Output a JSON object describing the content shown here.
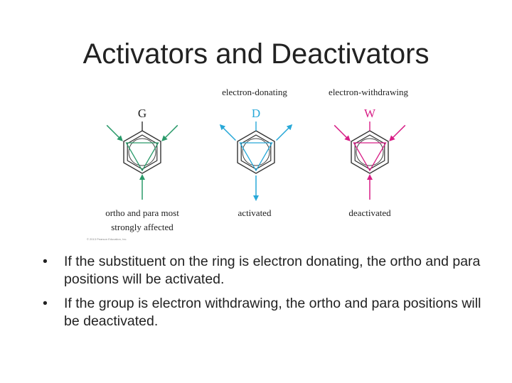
{
  "slide": {
    "title": "Activators and Deactivators"
  },
  "figure": {
    "panels": [
      {
        "id": "general",
        "header": "",
        "substituent": "G",
        "color": "#2a9a6a",
        "arrow_direction": "in",
        "caption_lines": [
          "ortho and para most",
          "strongly affected"
        ]
      },
      {
        "id": "donating",
        "header": "electron-donating",
        "substituent": "D",
        "color": "#28a8d8",
        "arrow_direction": "out",
        "caption_lines": [
          "activated"
        ]
      },
      {
        "id": "withdrawing",
        "header": "electron-withdrawing",
        "substituent": "W",
        "color": "#d81e86",
        "arrow_direction": "in",
        "caption_lines": [
          "deactivated"
        ]
      }
    ],
    "copyright": "© 2013 Pearson Education, Inc."
  },
  "bullets": [
    {
      "marker": "•",
      "text": "If the substituent on the ring is electron donating, the ortho and para positions will be activated."
    },
    {
      "marker": "•",
      "text": "If the group is electron withdrawing, the ortho and para positions will be deactivated."
    }
  ]
}
